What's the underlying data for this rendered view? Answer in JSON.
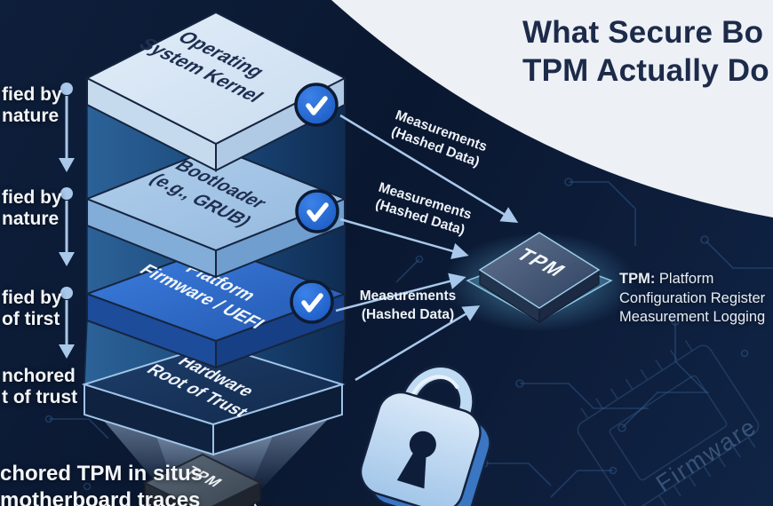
{
  "title": {
    "line1": "What Secure Bo",
    "line2": "TPM Actually Do"
  },
  "left_annotations": [
    {
      "line1": "fied by",
      "line2": "nature"
    },
    {
      "line1": "fied by",
      "line2": "nature"
    },
    {
      "line1": "fied by",
      "line2": "of tirst"
    },
    {
      "line1": "nchored",
      "line2": "t of trust"
    }
  ],
  "bottom_note": {
    "line1": "chored TPM in situs",
    "line2": "motherboard traces"
  },
  "stack": {
    "layers": [
      {
        "line1": "Operating",
        "line2": "System Kernel"
      },
      {
        "line1": "Bootloader",
        "line2": "(e.g., GRUB)"
      },
      {
        "line1": "Platform",
        "line2": "Firmware / UEFI"
      },
      {
        "line1": "Hardware",
        "line2": "Root of Trust"
      }
    ]
  },
  "measurement_label": {
    "line1": "Measurements",
    "line2": "(Hashed Data)"
  },
  "tpm_chip_label": "TPM",
  "anchored_tpm_chip_label": "TPM",
  "tpm_note": {
    "bold": "TPM:",
    "line1_rest": " Platform",
    "line2": "Configuration Register",
    "line3": "Measurement Logging"
  },
  "watermark": "Firmware",
  "colors": {
    "background": "#0c1a33",
    "swoosh": "#edf0f5",
    "title_text": "#1d2b4a",
    "light_blue": "#a9c8ea",
    "check_blue": "#1f67d2",
    "uefi_blue": "#2e6fd3",
    "glow_cyan": "#7fd0f0"
  }
}
